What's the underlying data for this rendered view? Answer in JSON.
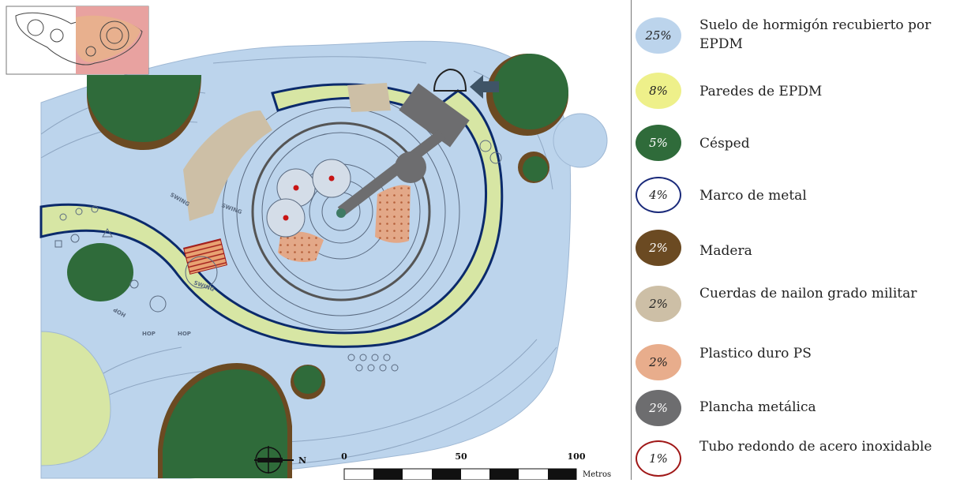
{
  "legend": {
    "items": [
      {
        "percent": "25%",
        "label": "Suelo de hormigón recubierto por EPDM",
        "color": "#bcd4ec",
        "text_color": "#222222",
        "border": "none"
      },
      {
        "percent": "8%",
        "label": "Paredes de EPDM",
        "color": "#eef08a",
        "text_color": "#222222",
        "border": "none"
      },
      {
        "percent": "5%",
        "label": "Césped",
        "color": "#2f6b3a",
        "text_color": "#ffffff",
        "border": "none"
      },
      {
        "percent": "4%",
        "label": "Marco de metal",
        "color": "#ffffff",
        "text_color": "#222222",
        "border": "#1a2a7a"
      },
      {
        "percent": "2%",
        "label": "Madera",
        "color": "#6b4a22",
        "text_color": "#ffffff",
        "border": "none"
      },
      {
        "percent": "2%",
        "label": "Cuerdas de nailon grado militar",
        "color": "#cdbfa6",
        "text_color": "#222222",
        "border": "none"
      },
      {
        "percent": "2%",
        "label": "Plastico duro PS",
        "color": "#e8ad8c",
        "text_color": "#222222",
        "border": "none"
      },
      {
        "percent": "2%",
        "label": "Plancha metálica",
        "color": "#6d6d6f",
        "text_color": "#ffffff",
        "border": "none"
      },
      {
        "percent": "1%",
        "label": "Tubo redondo de acero inoxidable",
        "color": "#ffffff",
        "text_color": "#222222",
        "border": "#a01818"
      }
    ]
  },
  "map": {
    "north_label": "N",
    "scale": {
      "ticks": [
        "0",
        "50",
        "100"
      ],
      "unit": "Metros"
    },
    "site_labels": [
      "SWING",
      "SWING",
      "SWING",
      "HOP",
      "HOP",
      "HOP"
    ]
  }
}
